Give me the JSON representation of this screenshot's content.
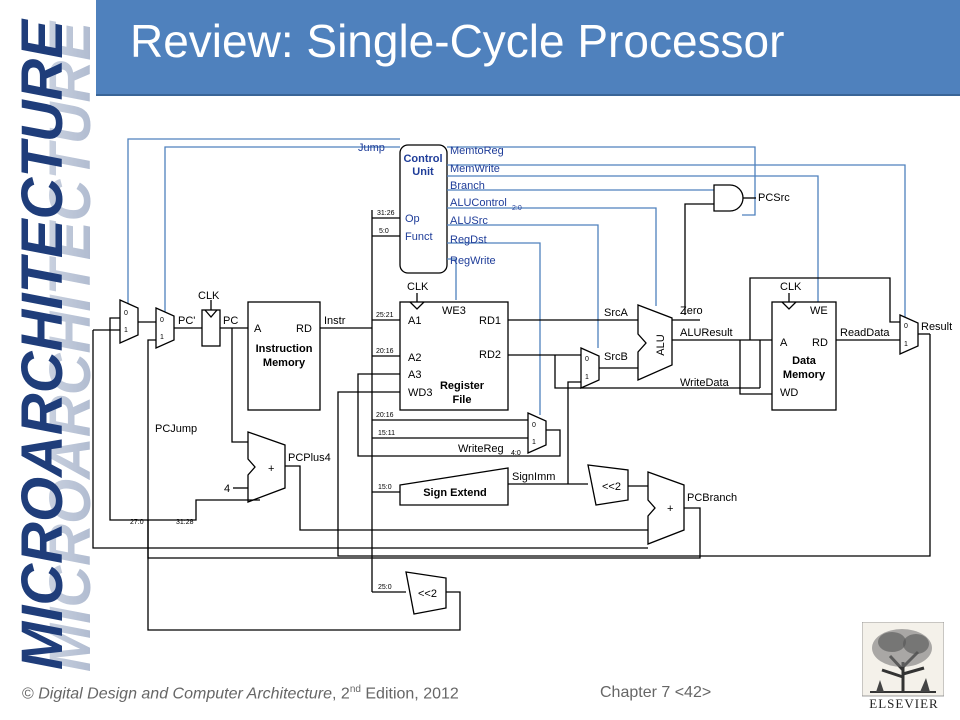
{
  "slide": {
    "title": "Review: Single-Cycle Processor",
    "side_title": "MICROARCHITECTURE",
    "footer": {
      "copyright": "©",
      "book": "Digital Design and Computer Architecture",
      "edition_prefix": ", 2",
      "edition_sup": "nd",
      "edition_suffix": " Edition, 2012",
      "chapter": "Chapter 7 <42>"
    },
    "publisher": "ELSEVIER"
  },
  "diagram": {
    "control_unit": {
      "line1": "Control",
      "line2": "Unit",
      "op": "Op",
      "funct": "Funct",
      "op_bits": "31:26",
      "funct_bits": "5:0"
    },
    "control_signals": {
      "jump": "Jump",
      "memtoreg": "MemtoReg",
      "memwrite": "MemWrite",
      "branch": "Branch",
      "alucontrol": "ALUControl",
      "alucontrol_sub": "2:0",
      "alusrc": "ALUSrc",
      "regdst": "RegDst",
      "regwrite": "RegWrite",
      "pcsrc": "PCSrc"
    },
    "pc": {
      "clk": "CLK",
      "pc_prime": "PC'",
      "pc": "PC"
    },
    "instr_mem": {
      "a": "A",
      "rd": "RD",
      "line1": "Instruction",
      "line2": "Memory",
      "instr": "Instr"
    },
    "reg_file": {
      "clk": "CLK",
      "we3": "WE3",
      "a1": "A1",
      "a2": "A2",
      "a3": "A3",
      "wd3": "WD3",
      "rd1": "RD1",
      "rd2": "RD2",
      "line1": "Register",
      "line2": "File",
      "bits_a1": "25:21",
      "bits_a2": "20:16",
      "bits_rt": "20:16",
      "bits_rd": "15:11",
      "writereg": "WriteReg",
      "writereg_sub": "4:0"
    },
    "sign_extend": {
      "label": "Sign Extend",
      "bits": "15:0",
      "signimm": "SignImm"
    },
    "alu": {
      "label": "ALU",
      "srca": "SrcA",
      "srcb": "SrcB",
      "zero": "Zero",
      "aluresult": "ALUResult",
      "writedata": "WriteData"
    },
    "data_mem": {
      "clk": "CLK",
      "we": "WE",
      "a": "A",
      "rd": "RD",
      "wd": "WD",
      "line1": "Data",
      "line2": "Memory",
      "readdata": "ReadData",
      "result": "Result"
    },
    "pc_logic": {
      "pcplus4": "PCPlus4",
      "four": "4",
      "pcbranch": "PCBranch",
      "pcjump": "PCJump",
      "shift1": "<<2",
      "shift2": "<<2",
      "jbits1": "27:0",
      "jbits2": "31:28",
      "jbits3": "25:0"
    },
    "mux_labels": {
      "zero": "0",
      "one": "1"
    },
    "adder_plus": "+"
  }
}
